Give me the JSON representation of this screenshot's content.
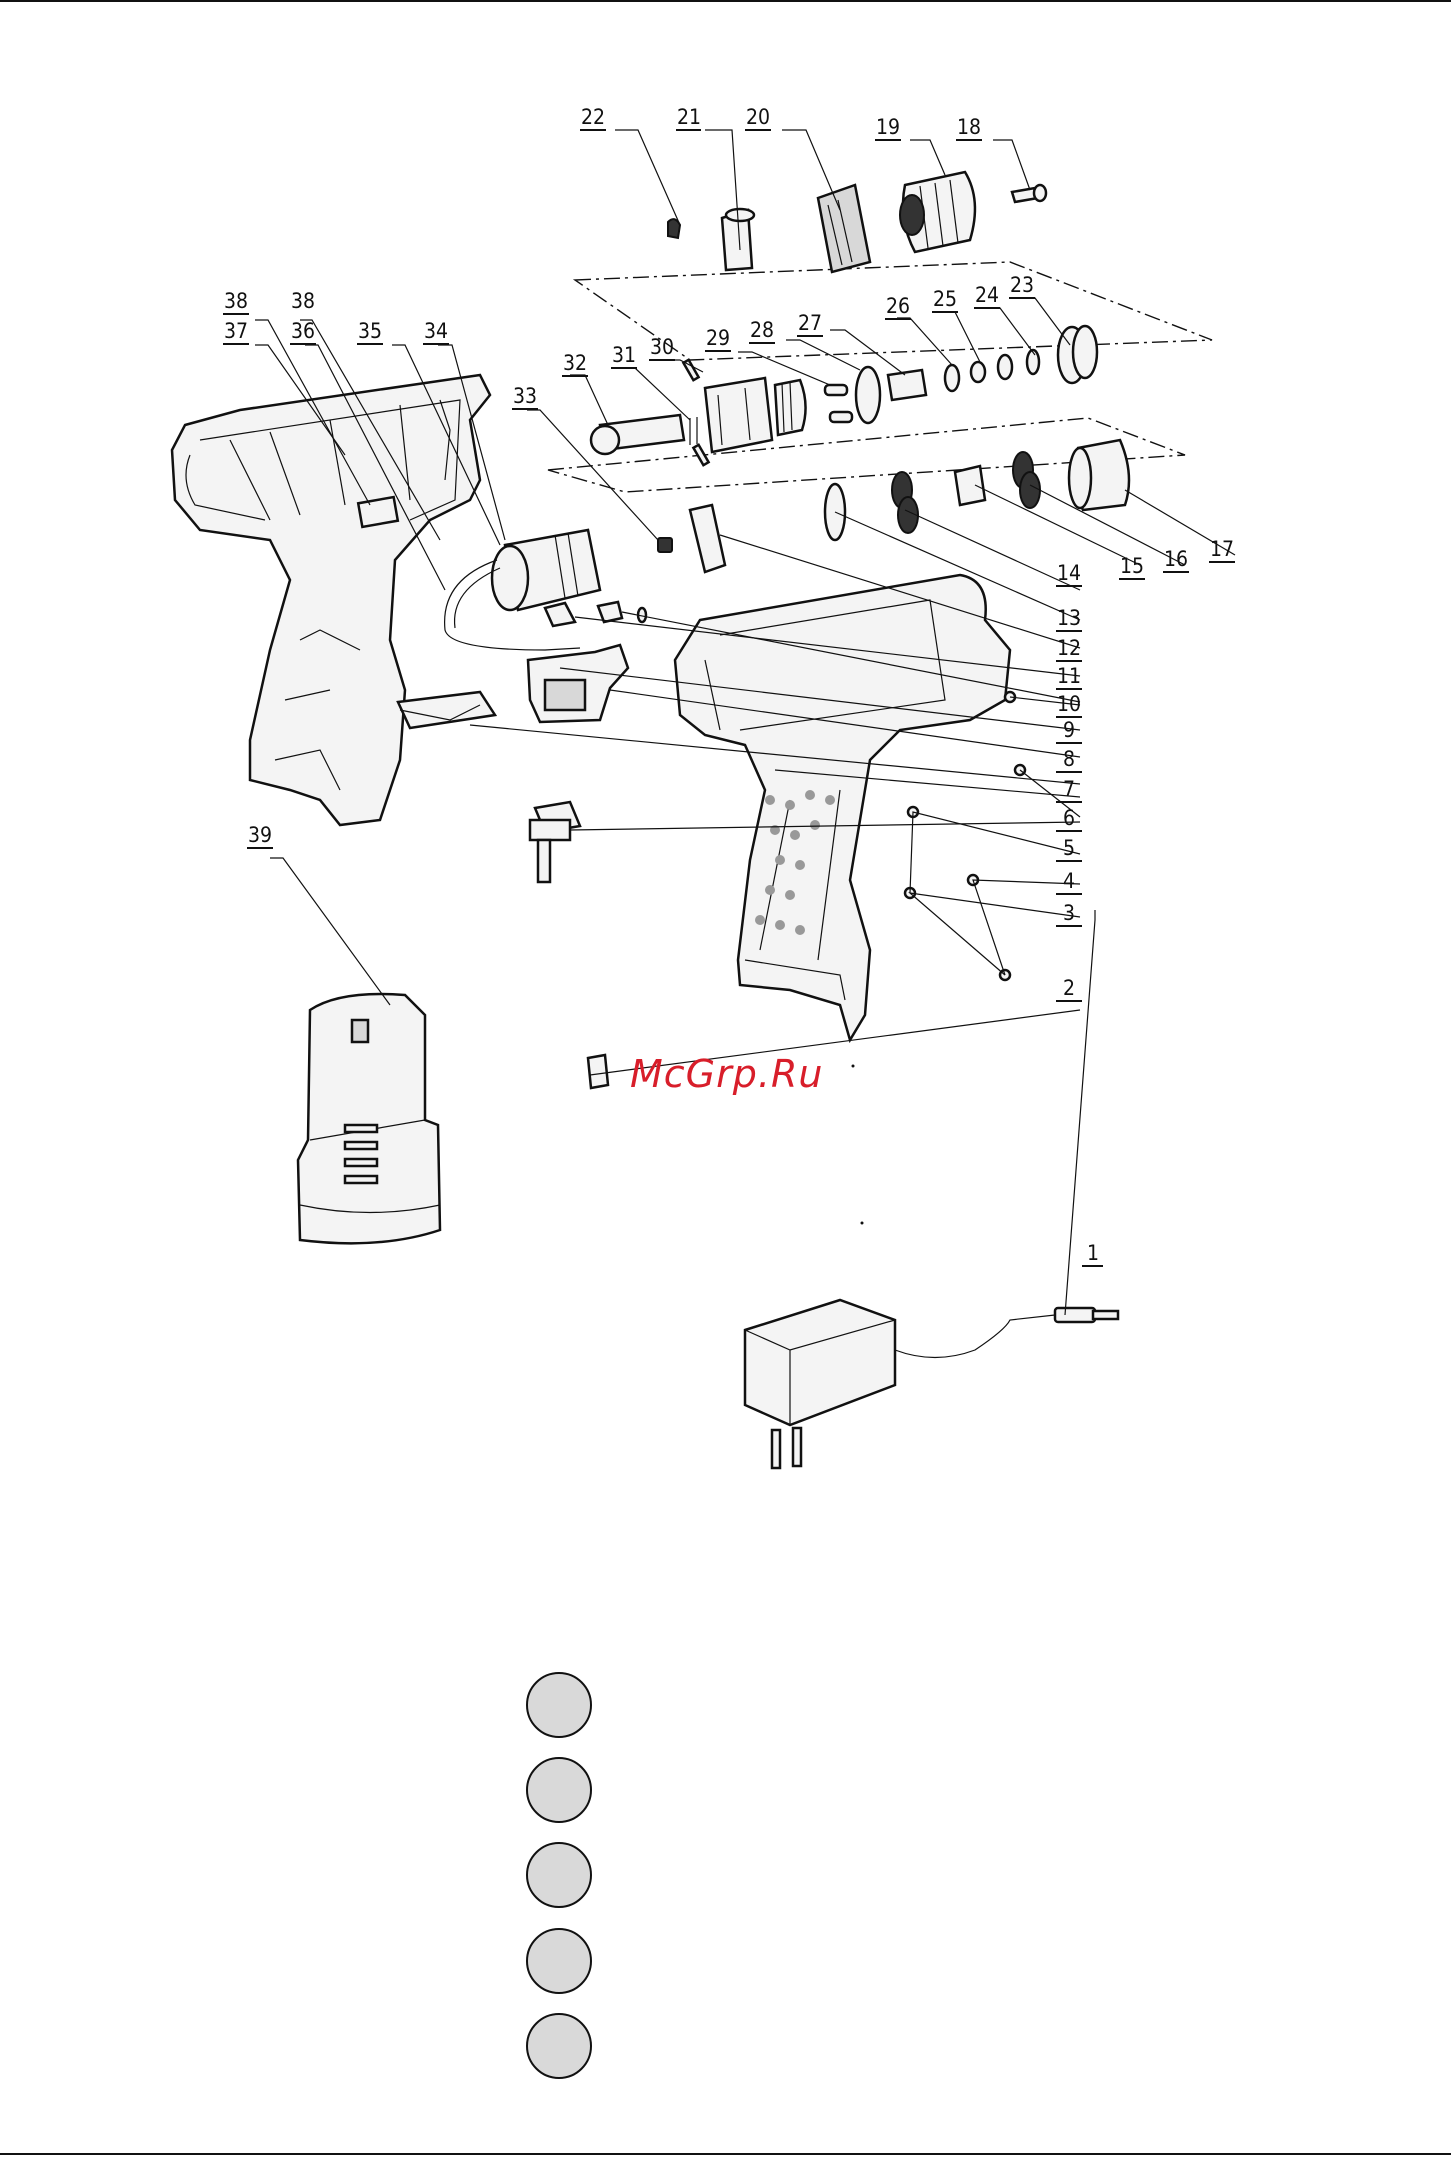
{
  "labels": {
    "l1": "1",
    "l2": "2",
    "l3": "3",
    "l4": "4",
    "l5": "5",
    "l6": "6",
    "l7": "7",
    "l8": "8",
    "l9": "9",
    "l10": "10",
    "l11": "11",
    "l12": "12",
    "l13": "13",
    "l14": "14",
    "l15": "15",
    "l16": "16",
    "l17": "17",
    "l18": "18",
    "l19": "19",
    "l20": "20",
    "l21": "21",
    "l22": "22",
    "l23": "23",
    "l24": "24",
    "l25": "25",
    "l26": "26",
    "l27": "27",
    "l28": "28",
    "l29": "29",
    "l30": "30",
    "l31": "31",
    "l32": "32",
    "l33": "33",
    "l34": "34",
    "l35": "35",
    "l36": "36",
    "l37": "37",
    "l38a": "38",
    "l38b": "38",
    "l39": "39"
  },
  "watermark": "McGrp.Ru",
  "colors": {
    "watermark": "#d81e2a",
    "circle_fill": "#d9d9d9"
  }
}
